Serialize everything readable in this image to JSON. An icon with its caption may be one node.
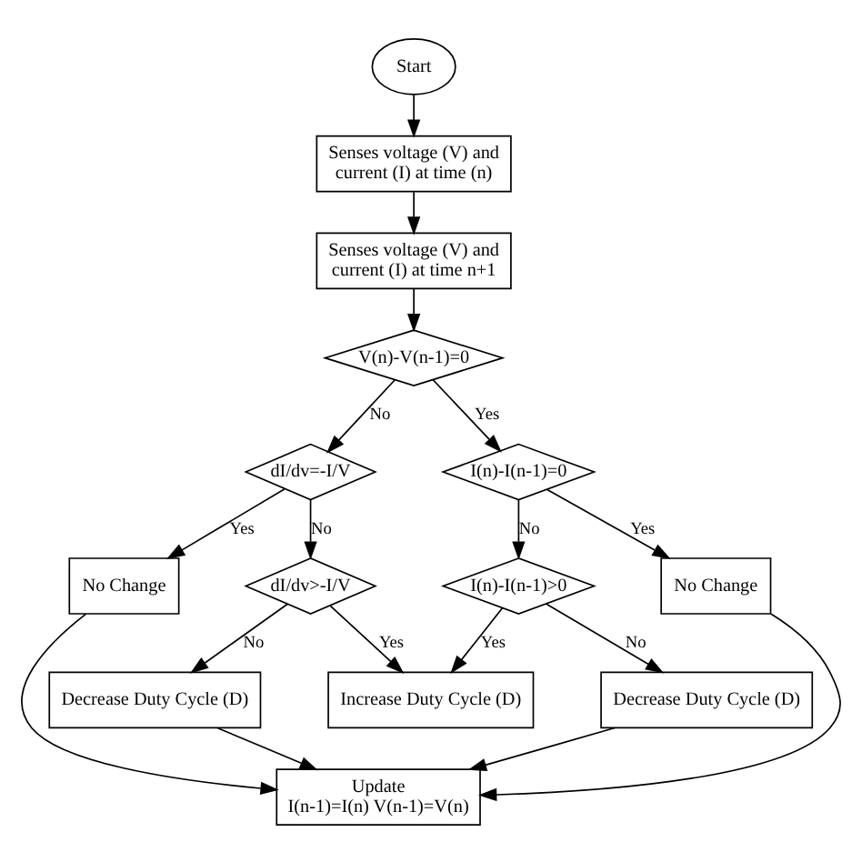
{
  "diagram": {
    "nodes": [
      {
        "text": [
          "Start"
        ]
      },
      {
        "text": [
          "Senses voltage (V) and current (I) at time (n)"
        ]
      },
      {
        "text": [
          "Senses voltage (V) and current (I) at time n+1"
        ]
      },
      {
        "text": [
          "V(n)-V(n-1)=0"
        ]
      },
      {
        "text": [
          "dI/dv=-I/V"
        ]
      },
      {
        "text": [
          "I(n)-I(n-1)=0"
        ]
      },
      {
        "text": [
          "No Change"
        ]
      },
      {
        "text": [
          "No Change"
        ]
      },
      {
        "text": [
          "dI/dv>-I/V"
        ]
      },
      {
        "text": [
          "I(n)-I(n-1)>0"
        ]
      },
      {
        "text": [
          "Decrease Duty Cycle (D)"
        ]
      },
      {
        "text": [
          "Increase Duty Cycle (D)"
        ]
      },
      {
        "text": [
          "Decrease Duty Cycle (D)"
        ]
      },
      {
        "text": [
          "Update",
          "I(n-1)=I(n) V(n-1)=V(n)"
        ]
      }
    ],
    "edges": [
      {
        "from": 0,
        "to": 1,
        "arrow": "to"
      },
      {
        "from": 1,
        "to": 2,
        "arrow": "to"
      },
      {
        "from": 2,
        "to": 3,
        "arrow": "to"
      },
      {
        "from": 3,
        "to": 4,
        "arrow": "to",
        "label": "No"
      },
      {
        "from": 3,
        "to": 5,
        "arrow": "to",
        "label": "Yes"
      },
      {
        "from": 4,
        "to": 6,
        "arrow": "to",
        "label": "Yes"
      },
      {
        "from": 4,
        "to": 8,
        "arrow": "to",
        "label": "No"
      },
      {
        "from": 5,
        "to": 7,
        "arrow": "to",
        "label": "Yes"
      },
      {
        "from": 5,
        "to": 9,
        "arrow": "to",
        "label": "No"
      },
      {
        "from": 8,
        "to": 10,
        "arrow": "to",
        "label": "No"
      },
      {
        "from": 8,
        "to": 11,
        "arrow": "to",
        "label": "Yes"
      },
      {
        "from": 9,
        "to": 11,
        "arrow": "to",
        "label": "Yes"
      },
      {
        "from": 9,
        "to": 12,
        "arrow": "to",
        "label": "No"
      },
      {
        "from": 10,
        "to": 13,
        "arrow": "to"
      },
      {
        "from": 12,
        "to": 13,
        "arrow": "to"
      },
      {
        "from": 6,
        "to": 13,
        "arrow": "to"
      },
      {
        "from": 7,
        "to": 13,
        "arrow": "to"
      }
    ]
  }
}
